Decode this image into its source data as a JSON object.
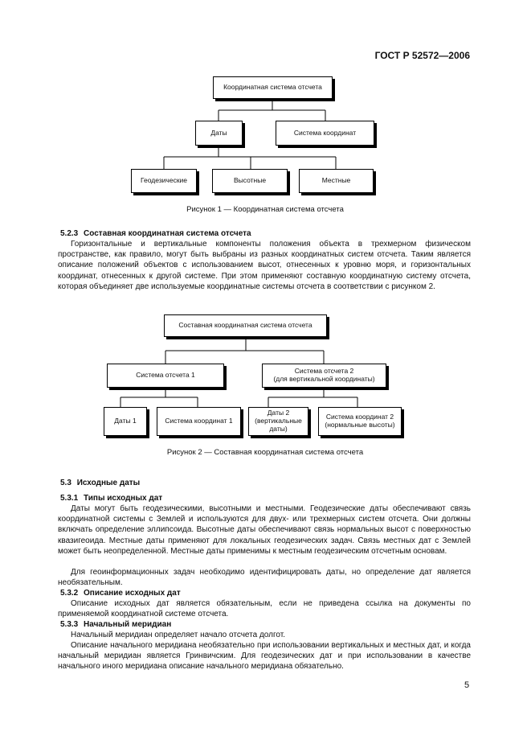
{
  "header": {
    "doc_code": "ГОСТ Р 52572—2006"
  },
  "figure1": {
    "root": "Координатная система отсчета",
    "level2": [
      "Даты",
      "Система координат"
    ],
    "level3": [
      "Геодезические",
      "Высотные",
      "Местные"
    ],
    "caption": "Рисунок 1 — Координатная система отсчета"
  },
  "section_5_2_3": {
    "number": "5.2.3",
    "title": "Составная координатная система отсчета",
    "paragraph": "Горизонтальные и вертикальные компоненты положения объекта в трехмерном физическом пространстве, как правило, могут быть выбраны из разных координатных систем отсчета. Таким является описание положений объектов с использованием высот, отнесенных к уровню моря, и горизонтальных координат, отнесенных к другой системе. При этом применяют составную координатную систему отсчета, которая объединяет две используемые координатные системы отсчета в соответствии с рисунком 2."
  },
  "figure2": {
    "root": "Составная координатная система отсчета",
    "level2": [
      "Система отсчета 1",
      "Система отсчета 2\n(для вертикальной координаты)"
    ],
    "level3": [
      "Даты 1",
      "Система координат 1",
      "Даты 2\n(вертикальные\nдаты)",
      "Система координат 2\n(нормальные высоты)"
    ],
    "caption": "Рисунок 2 — Составная координатная система отсчета"
  },
  "section_5_3": {
    "number": "5.3",
    "title": "Исходные даты",
    "sub1": {
      "number": "5.3.1",
      "title": "Типы исходных дат",
      "p1": "Даты могут быть геодезическими, высотными и местными. Геодезические даты обеспечивают связь координатной системы с Землей и используются для двух- или трехмерных систем отсчета. Они должны включать определение эллипсоида. Высотные даты обеспечивают связь нормальных высот с поверхностью квазигеоида. Местные даты применяют для локальных геодезических задач. Связь местных дат с Землей может быть неопределенной. Местные даты применимы к местным геодезическим отсчетным основам.",
      "p2": "Для геоинформационных задач необходимо идентифицировать даты, но определение дат является необязательным."
    },
    "sub2": {
      "number": "5.3.2",
      "title": "Описание исходных дат",
      "p1": "Описание исходных дат является обязательным, если не приведена ссылка на документы по применяемой координатной системе отсчета."
    },
    "sub3": {
      "number": "5.3.3",
      "title": "Начальный меридиан",
      "p1": "Начальный меридиан определяет начало отсчета долгот.",
      "p2": "Описание начального меридиана необязательно при использовании вертикальных и местных дат, и когда начальный меридиан является Гринвичским. Для геодезических дат и при использовании в качестве начального иного меридиана описание начального меридиана обязательно."
    }
  },
  "footer": {
    "page_number": "5"
  }
}
